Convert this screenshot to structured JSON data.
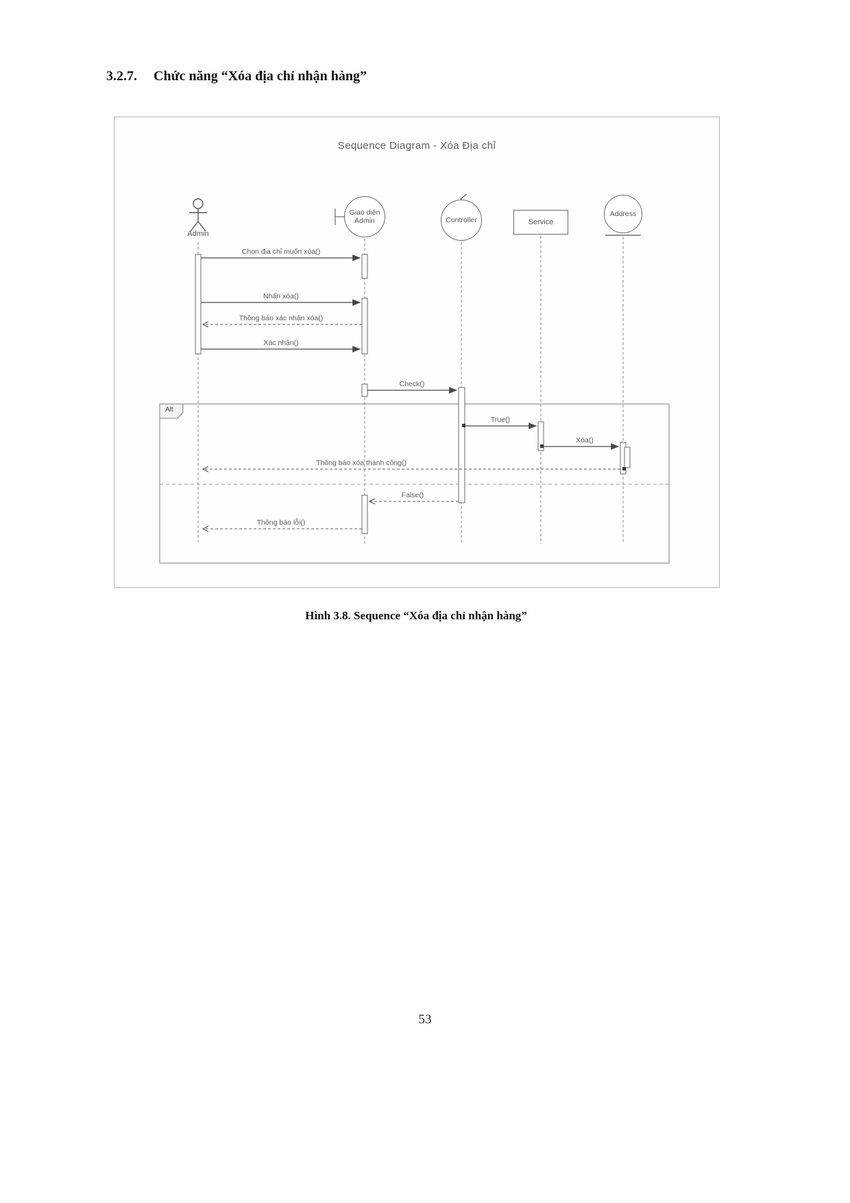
{
  "page": {
    "section_number": "3.2.7.",
    "section_title": "Chức năng “Xóa địa chỉ nhận hàng”",
    "figure_caption": "Hình 3.8. Sequence “Xóa địa chỉ nhận hàng”",
    "page_number": "53"
  },
  "diagram": {
    "title": "Sequence Diagram - Xóa Địa chỉ",
    "participants": {
      "actor": "Admin",
      "boundary": "Giao diện Admin",
      "control": "Controller",
      "service": "Service",
      "entity": "Address"
    },
    "alt_label": "Alt",
    "messages": [
      "Chọn địa chỉ muốn xóa()",
      "Nhấn xóa()",
      "Thông báo xác nhận xóa()",
      "Xác nhận()",
      "Check()",
      "True()",
      "Xóa()",
      "Thông báo xóa thành công()",
      "False()",
      "Thông báo lỗi()"
    ]
  }
}
